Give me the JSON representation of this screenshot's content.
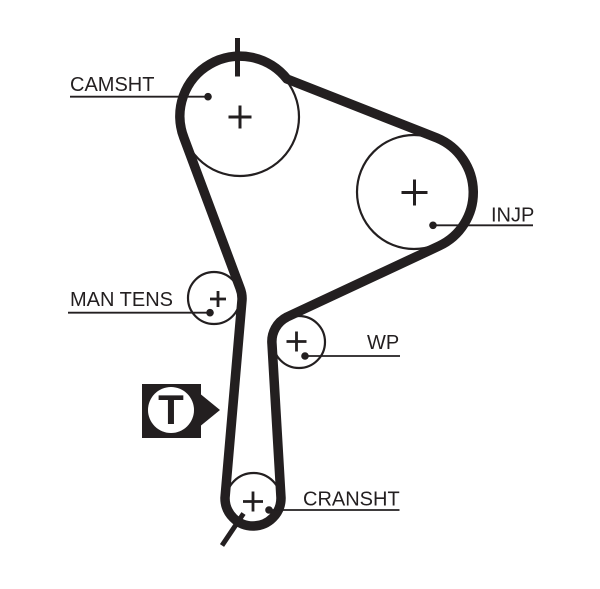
{
  "diagram": {
    "background": "#ffffff",
    "ink": "#231f20",
    "pulleys": [
      {
        "id": "camshaft",
        "label": "CAMSHT"
      },
      {
        "id": "injection-pump",
        "label": "INJP"
      },
      {
        "id": "manual-tensioner",
        "label": "MAN TENS"
      },
      {
        "id": "water-pump",
        "label": "WP"
      },
      {
        "id": "crankshaft",
        "label": "CRANSHT"
      }
    ],
    "tensioner_marker": {
      "letter": "T"
    }
  }
}
